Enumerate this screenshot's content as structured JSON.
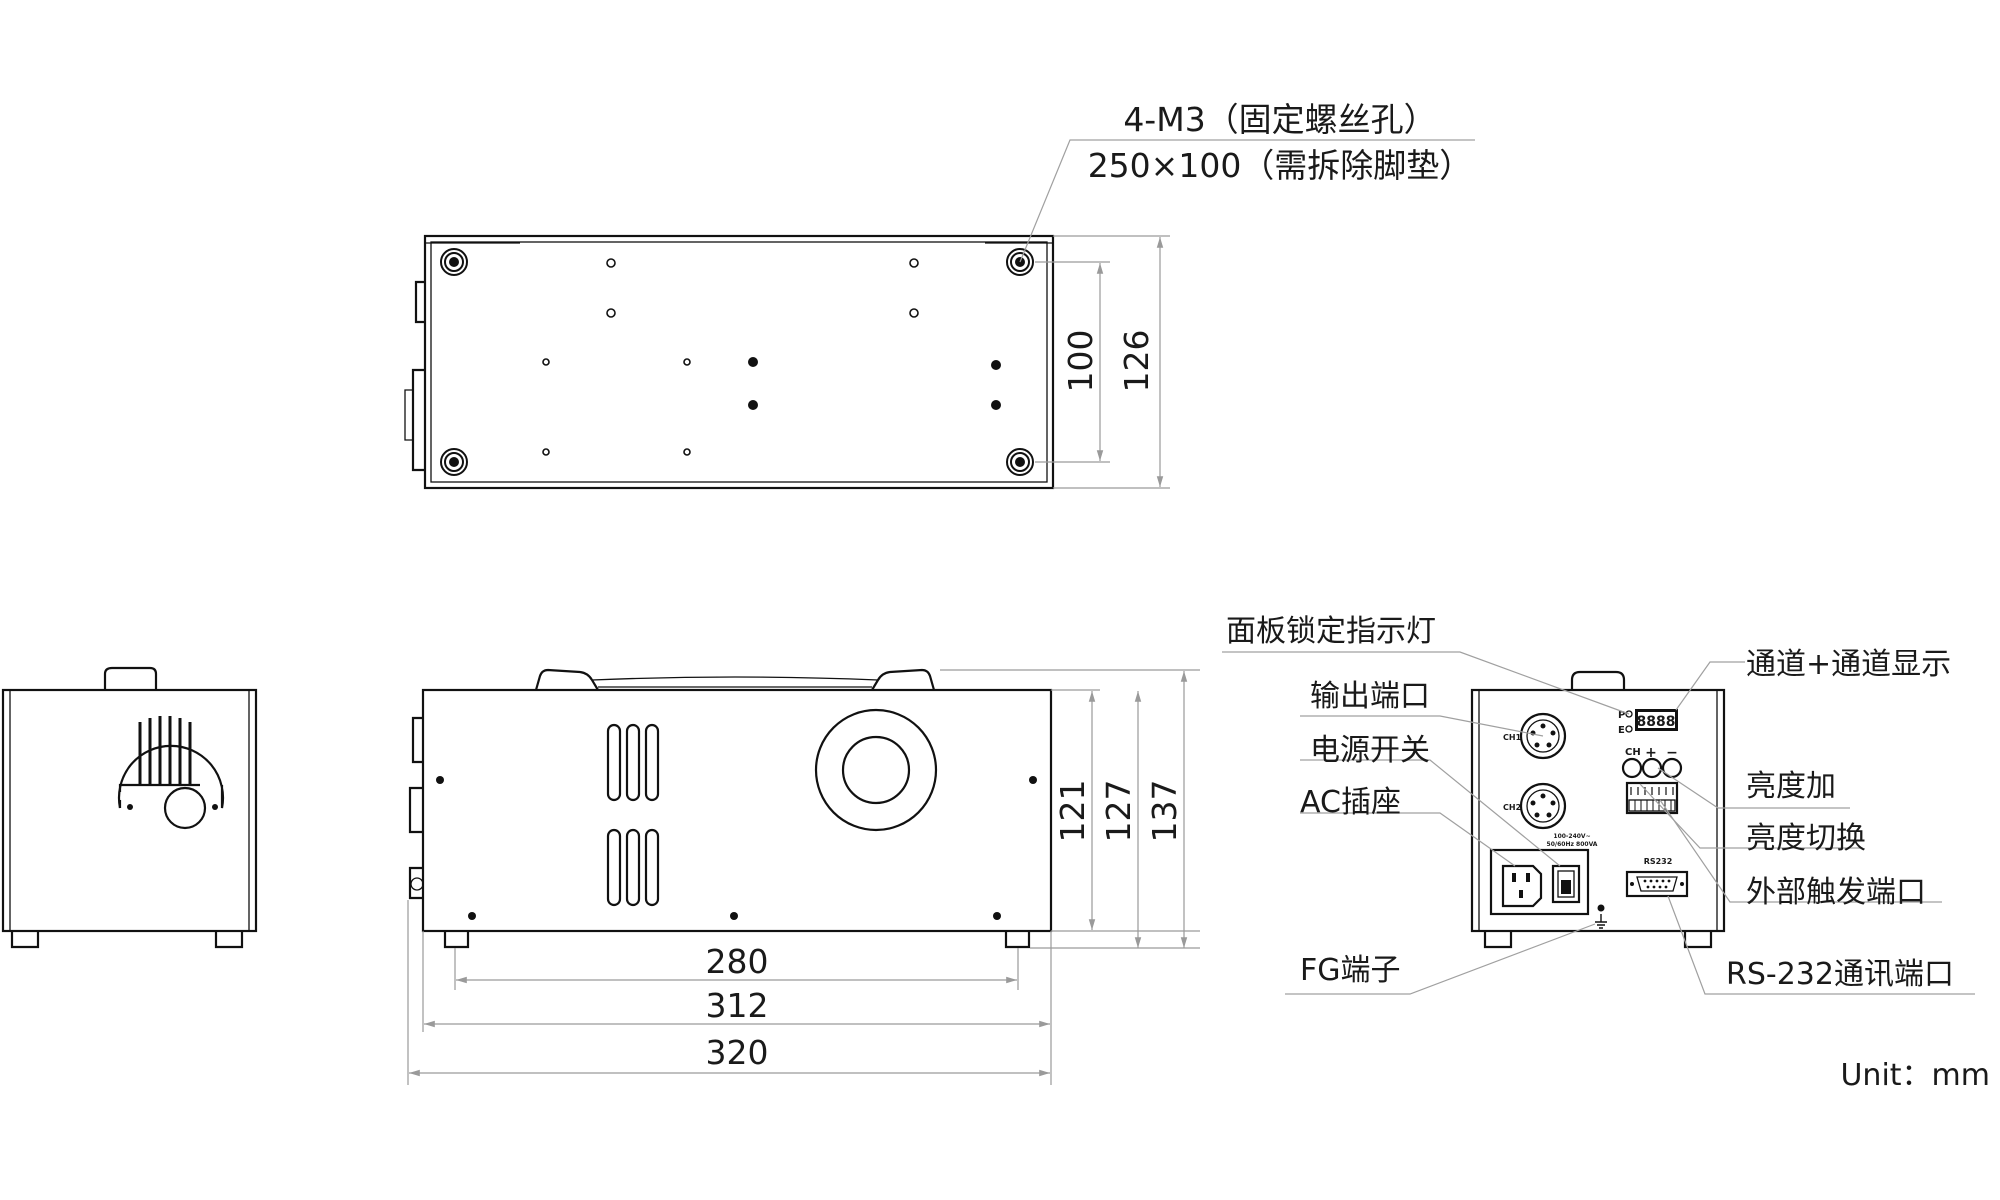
{
  "top_view": {
    "callout_line1": "4-M3（固定螺丝孔）",
    "callout_line2": "250×100（需拆除脚垫）",
    "dim_inner": "100",
    "dim_outer": "126"
  },
  "front_view": {
    "dim_width_280": "280",
    "dim_width_312": "312",
    "dim_width_320": "320",
    "dim_height_121": "121",
    "dim_height_127": "127",
    "dim_height_137": "137"
  },
  "rear_panel": {
    "labels": {
      "lock_indicator": "面板锁定指示灯",
      "channel_display": "通道+通道显示",
      "output_port": "输出端口",
      "power_switch": "电源开关",
      "ac_socket": "AC插座",
      "brightness_up": "亮度加",
      "brightness_switch": "亮度切换",
      "external_trigger": "外部触发端口",
      "fg_terminal": "FG端子",
      "rs232_port": "RS-232通讯端口"
    },
    "panel_text": {
      "p": "P",
      "e": "E",
      "display": "8888",
      "ch1": "CH1",
      "ch2": "CH2",
      "ch": "CH",
      "plus": "+",
      "minus": "−",
      "rs232": "RS232",
      "voltage1": "100-240V~",
      "voltage2": "50/60Hz 800VA"
    }
  },
  "unit": "Unit：mm"
}
